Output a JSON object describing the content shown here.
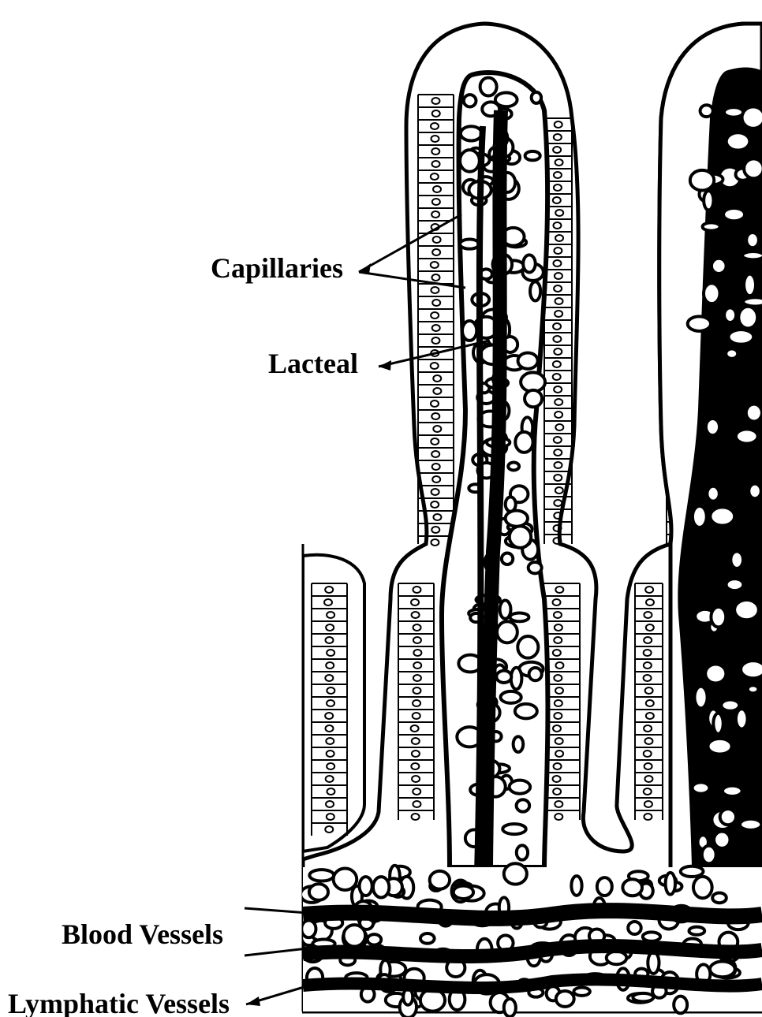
{
  "labels": {
    "capillaries": "Capillaries",
    "lacteal": "Lacteal",
    "blood_vessels": "Blood Vessels",
    "lymphatic_vessels": "Lymphatic Vessels"
  },
  "colors": {
    "ink": "#000000",
    "paper": "#ffffff"
  },
  "villi_count_visible": 2
}
